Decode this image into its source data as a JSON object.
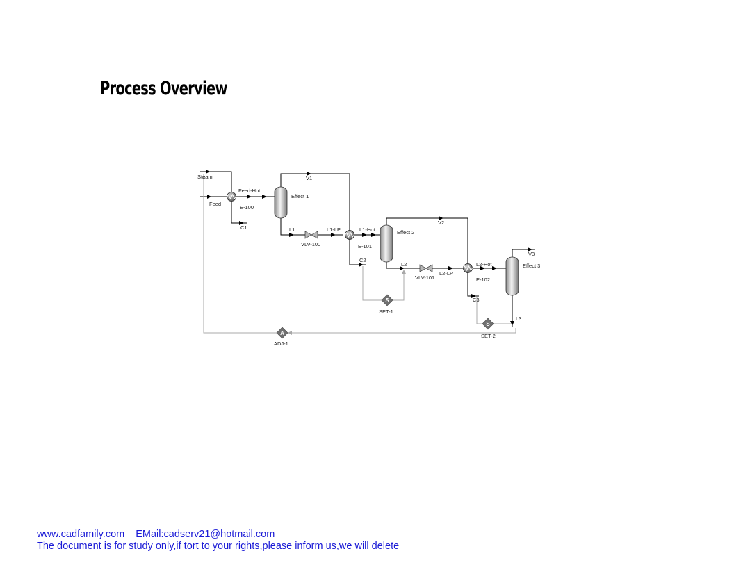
{
  "page": {
    "title": "Process Overview"
  },
  "diagram": {
    "streams": {
      "steam": "Steam",
      "feed": "Feed",
      "feed_hot": "Feed-Hot",
      "c1": "C1",
      "v1": "V1",
      "l1": "L1",
      "l1_lp": "L1-LP",
      "l1_hot": "L1-Hot",
      "c2": "C2",
      "v2": "V2",
      "l2": "L2",
      "l2_lp": "L2-LP",
      "l2_hot": "L2-Hot",
      "c3": "C3",
      "v3": "V3",
      "l3": "L3"
    },
    "units": {
      "e100": "E-100",
      "e101": "E-101",
      "e102": "E-102",
      "effect1": "Effect 1",
      "effect2": "Effect 2",
      "effect3": "Effect 3",
      "vlv100": "VLV-100",
      "vlv101": "VLV-101",
      "set1": "SET-1",
      "set2": "SET-2",
      "adj1": "ADJ-1"
    },
    "logic_letters": {
      "set": "S",
      "adj": "A"
    }
  },
  "footer": {
    "website": "www.cadfamily.com",
    "email": "EMail:cadserv21@hotmail.com",
    "notice": "The document is for study only,if tort to your rights,please inform us,we will delete"
  }
}
